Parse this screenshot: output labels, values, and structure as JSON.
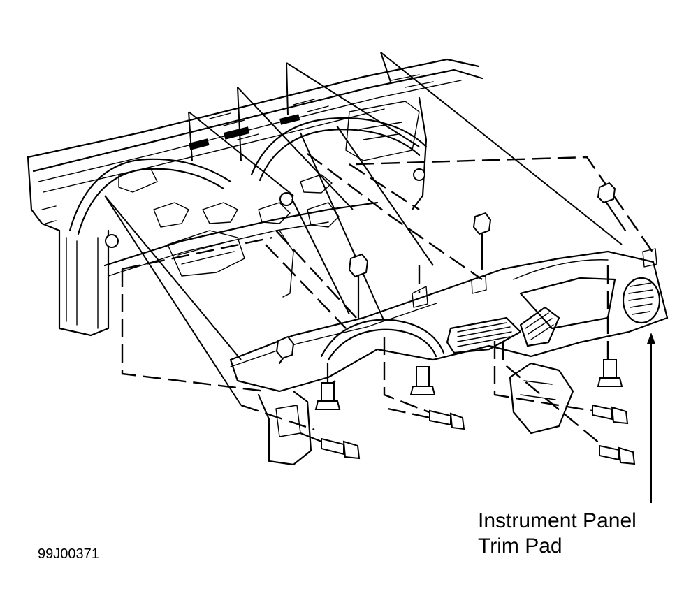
{
  "diagram": {
    "callout": {
      "line1": "Instrument Panel",
      "line2": "Trim Pad"
    },
    "figure_id": "99J00371"
  }
}
